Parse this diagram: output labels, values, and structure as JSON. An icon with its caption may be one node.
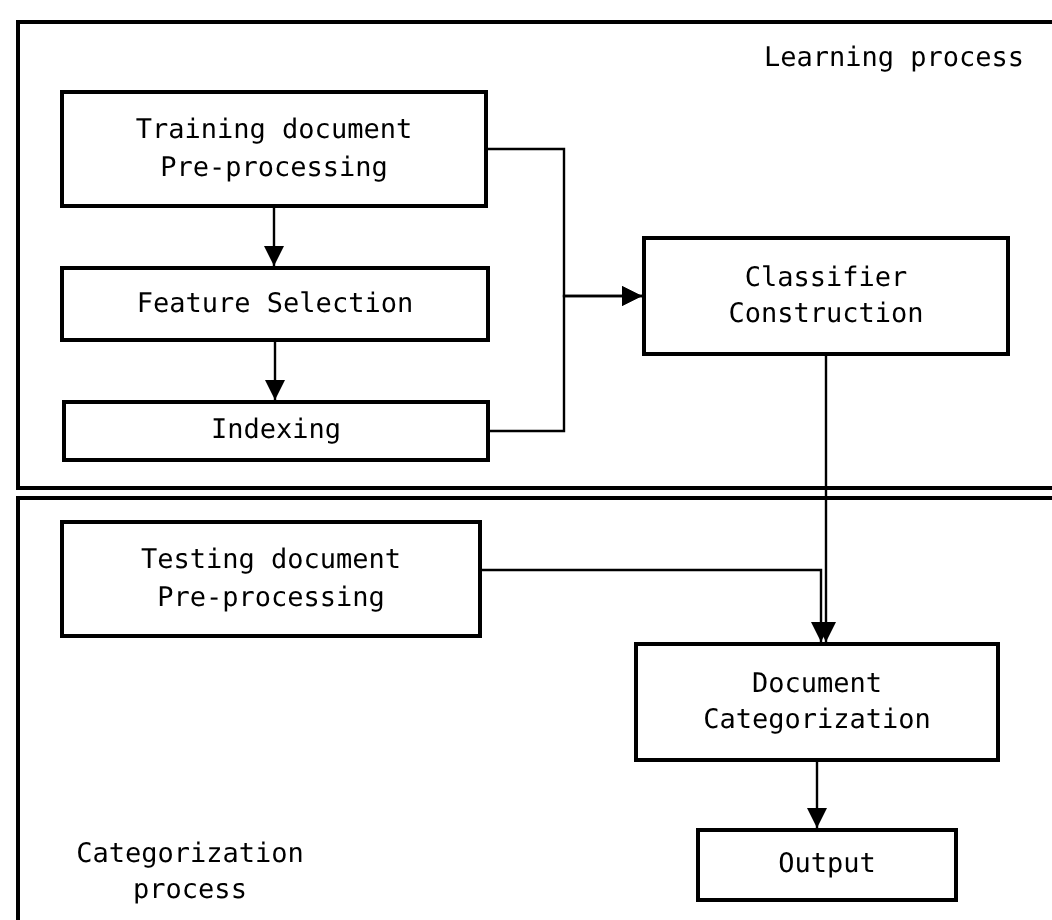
{
  "diagram": {
    "nodes": [
      {
        "text": [
          "Learning process"
        ]
      },
      {
        "text": [
          "Training document Pre-processing"
        ],
        "in": 0
      },
      {
        "text": [
          "Feature Selection"
        ],
        "in": 0
      },
      {
        "text": [
          "Indexing"
        ],
        "in": 0
      },
      {
        "text": [
          "Classifier Construction"
        ],
        "in": 0
      },
      {
        "text": [
          "Categorization process"
        ]
      },
      {
        "text": [
          "Testing document Pre-processing"
        ],
        "in": 5
      },
      {
        "text": [
          "Document Categorization"
        ],
        "in": 5
      },
      {
        "text": [
          "Output"
        ],
        "in": 5
      }
    ],
    "edges": [
      {
        "from": 1,
        "to": 2,
        "arrow": "to"
      },
      {
        "from": 2,
        "to": 3,
        "arrow": "to"
      },
      {
        "from": 1,
        "to": 4,
        "arrow": "to"
      },
      {
        "from": 3,
        "to": 4,
        "arrow": "to"
      },
      {
        "from": 4,
        "to": 7,
        "arrow": "to"
      },
      {
        "from": 6,
        "to": 7,
        "arrow": "to"
      },
      {
        "from": 7,
        "to": 8,
        "arrow": "to"
      }
    ]
  }
}
